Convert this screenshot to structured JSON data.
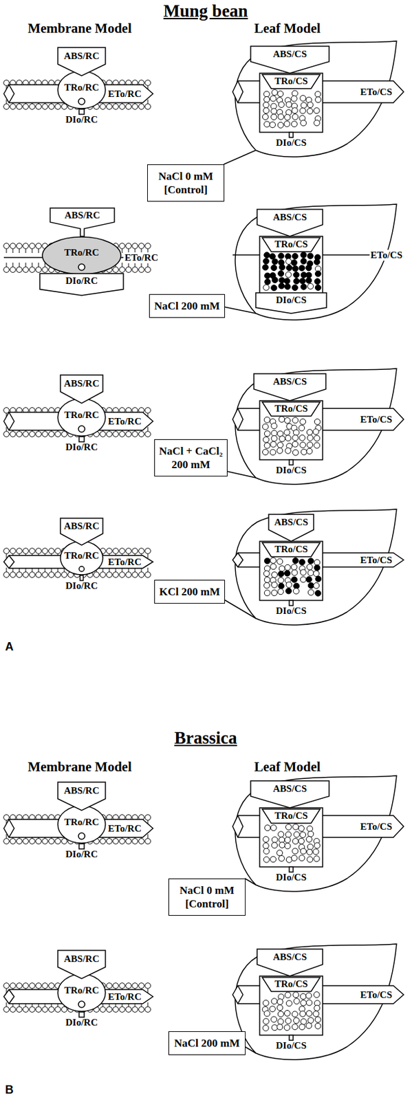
{
  "diagram": {
    "nodes": [
      {
        "text": [
          "ABS/RC"
        ]
      },
      {
        "text": [
          "TRo/RC"
        ]
      },
      {
        "text": [
          "ETo/RC"
        ]
      },
      {
        "text": [
          "DIo/RC"
        ]
      },
      {
        "text": [
          "ABS/CS"
        ]
      },
      {
        "text": [
          "TRo/CS"
        ]
      },
      {
        "text": [
          "ETo/CS"
        ]
      },
      {
        "text": [
          "DIo/CS"
        ]
      },
      {
        "text": [
          "NaCl 0 mM [Control]"
        ]
      },
      {
        "text": [
          "ABS/RC"
        ]
      },
      {
        "text": [
          "TRo/RC"
        ]
      },
      {
        "text": [
          "ETo/RC"
        ]
      },
      {
        "text": [
          "DIo/RC"
        ]
      },
      {
        "text": [
          "ABS/CS"
        ]
      },
      {
        "text": [
          "TRo/CS"
        ]
      },
      {
        "text": [
          "ETo/CS"
        ]
      },
      {
        "text": [
          "DIo/CS"
        ]
      },
      {
        "text": [
          "NaCl 200 mM"
        ]
      },
      {
        "text": [
          "ABS/RC"
        ]
      },
      {
        "text": [
          "TRo/RC"
        ]
      },
      {
        "text": [
          "ETo/RC"
        ]
      },
      {
        "text": [
          "DIo/RC"
        ]
      },
      {
        "text": [
          "ABS/CS"
        ]
      },
      {
        "text": [
          "TRo/CS"
        ]
      },
      {
        "text": [
          "ETo/CS"
        ]
      },
      {
        "text": [
          "DIo/CS"
        ]
      },
      {
        "text": [
          "NaCl + CaCl₂ 200 mM"
        ]
      },
      {
        "text": [
          "ABS/RC"
        ]
      },
      {
        "text": [
          "TRo/RC"
        ]
      },
      {
        "text": [
          "ETo/RC"
        ]
      },
      {
        "text": [
          "DIo/RC"
        ]
      },
      {
        "text": [
          "ABS/CS"
        ]
      },
      {
        "text": [
          "TRo/CS"
        ]
      },
      {
        "text": [
          "ETo/CS"
        ]
      },
      {
        "text": [
          "DIo/CS"
        ]
      },
      {
        "text": [
          "KCl 200 mM"
        ]
      },
      {
        "text": [
          "ABS/RC"
        ]
      },
      {
        "text": [
          "TRo/RC"
        ]
      },
      {
        "text": [
          "ETo/RC"
        ]
      },
      {
        "text": [
          "DIo/RC"
        ]
      },
      {
        "text": [
          "ABS/CS"
        ]
      },
      {
        "text": [
          "TRo/CS"
        ]
      },
      {
        "text": [
          "ETo/CS"
        ]
      },
      {
        "text": [
          "DIo/CS"
        ]
      },
      {
        "text": [
          "NaCl 0 mM [Control]"
        ]
      },
      {
        "text": [
          "ABS/RC"
        ]
      },
      {
        "text": [
          "TRo/RC"
        ]
      },
      {
        "text": [
          "ETo/RC"
        ]
      },
      {
        "text": [
          "DIo/RC"
        ]
      },
      {
        "text": [
          "ABS/CS"
        ]
      },
      {
        "text": [
          "TRo/CS"
        ]
      },
      {
        "text": [
          "ETo/CS"
        ]
      },
      {
        "text": [
          "DIo/CS"
        ]
      },
      {
        "text": [
          "NaCl 200 mM"
        ]
      }
    ],
    "labels": [
      "Mung bean",
      "Membrane Model",
      "Leaf Model",
      "A",
      "Brassica",
      "Membrane Model",
      "Leaf Model",
      "B"
    ]
  }
}
